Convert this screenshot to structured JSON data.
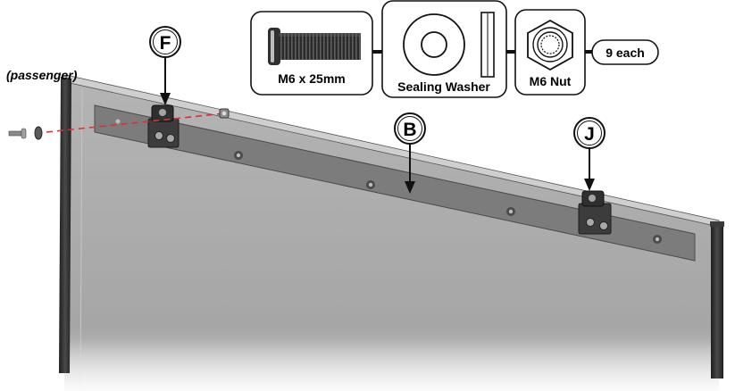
{
  "diagram": {
    "side_label": "(passenger)",
    "parts": [
      {
        "name": "bolt",
        "label": "M6 x 25mm"
      },
      {
        "name": "washer",
        "label": "Sealing Washer"
      },
      {
        "name": "nut",
        "label": "M6 Nut"
      }
    ],
    "quantity_label": "9 each",
    "callouts": [
      {
        "id": "F",
        "label": "F"
      },
      {
        "id": "B",
        "label": "B"
      },
      {
        "id": "J",
        "label": "J"
      }
    ],
    "colors": {
      "panel": "#a8a8a8",
      "rail": "#7e7e7e",
      "post": "#2e2e2e",
      "assembly_line": "#e03030"
    }
  }
}
